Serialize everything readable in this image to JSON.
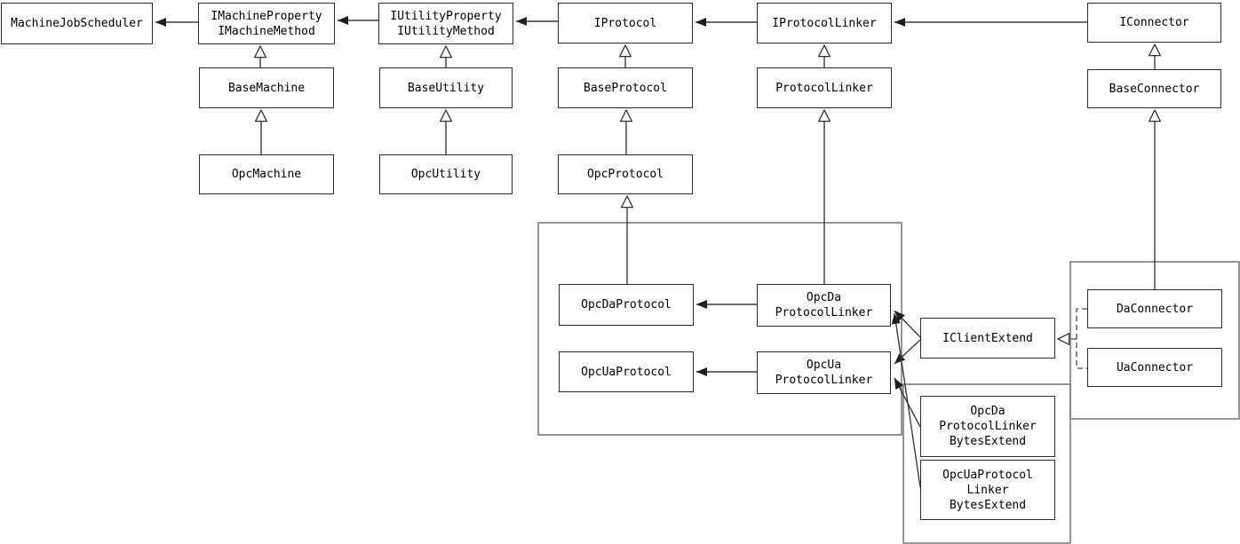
{
  "diagram_type": "uml-class-inheritance-diagram",
  "colors": {
    "background": "#ffffff",
    "box_border": "#2d2d2d",
    "box_fill": "#ffffff",
    "line": "#3d3d3d",
    "container_border": "#858585"
  },
  "nodes": {
    "machine_job_scheduler": {
      "lines": [
        "MachineJobScheduler"
      ]
    },
    "i_machine": {
      "lines": [
        "IMachineProperty",
        "IMachineMethod"
      ]
    },
    "i_utility": {
      "lines": [
        "IUtilityProperty",
        "IUtilityMethod"
      ]
    },
    "i_protocol": {
      "lines": [
        "IProtocol"
      ]
    },
    "i_protocol_linker": {
      "lines": [
        "IProtocolLinker"
      ]
    },
    "i_connector": {
      "lines": [
        "IConnector"
      ]
    },
    "base_machine": {
      "lines": [
        "BaseMachine"
      ]
    },
    "base_utility": {
      "lines": [
        "BaseUtility"
      ]
    },
    "base_protocol": {
      "lines": [
        "BaseProtocol"
      ]
    },
    "protocol_linker": {
      "lines": [
        "ProtocolLinker"
      ]
    },
    "base_connector": {
      "lines": [
        "BaseConnector"
      ]
    },
    "opc_machine": {
      "lines": [
        "OpcMachine"
      ]
    },
    "opc_utility": {
      "lines": [
        "OpcUtility"
      ]
    },
    "opc_protocol": {
      "lines": [
        "OpcProtocol"
      ]
    },
    "opc_da_protocol": {
      "lines": [
        "OpcDaProtocol"
      ]
    },
    "opc_ua_protocol": {
      "lines": [
        "OpcUaProtocol"
      ]
    },
    "opc_da_protocol_linker": {
      "lines": [
        "OpcDa",
        "ProtocolLinker"
      ]
    },
    "opc_ua_protocol_linker": {
      "lines": [
        "OpcUa",
        "ProtocolLinker"
      ]
    },
    "i_client_extend": {
      "lines": [
        "IClientExtend"
      ]
    },
    "da_connector": {
      "lines": [
        "DaConnector"
      ]
    },
    "ua_connector": {
      "lines": [
        "UaConnector"
      ]
    },
    "opc_da_protocol_linker_bytes_extend": {
      "lines": [
        "OpcDa",
        "ProtocolLinker",
        "BytesExtend"
      ]
    },
    "opc_ua_protocol_linker_bytes_extend": {
      "lines": [
        "OpcUaProtocol",
        "Linker",
        "BytesExtend"
      ]
    }
  },
  "edges": [
    {
      "from": "IMachineProperty/IMachineMethod",
      "to": "MachineJobScheduler",
      "type": "association"
    },
    {
      "from": "IUtilityProperty/IUtilityMethod",
      "to": "IMachineProperty/IMachineMethod",
      "type": "association"
    },
    {
      "from": "IProtocol",
      "to": "IUtilityProperty/IUtilityMethod",
      "type": "association"
    },
    {
      "from": "IProtocolLinker",
      "to": "IProtocol",
      "type": "association"
    },
    {
      "from": "IConnector",
      "to": "IProtocolLinker",
      "type": "association"
    },
    {
      "from": "BaseMachine",
      "to": "IMachineProperty/IMachineMethod",
      "type": "inheritance"
    },
    {
      "from": "BaseUtility",
      "to": "IUtilityProperty/IUtilityMethod",
      "type": "inheritance"
    },
    {
      "from": "BaseProtocol",
      "to": "IProtocol",
      "type": "inheritance"
    },
    {
      "from": "ProtocolLinker",
      "to": "IProtocolLinker",
      "type": "inheritance"
    },
    {
      "from": "BaseConnector",
      "to": "IConnector",
      "type": "inheritance"
    },
    {
      "from": "OpcMachine",
      "to": "BaseMachine",
      "type": "inheritance"
    },
    {
      "from": "OpcUtility",
      "to": "BaseUtility",
      "type": "inheritance"
    },
    {
      "from": "OpcProtocol",
      "to": "BaseProtocol",
      "type": "inheritance"
    },
    {
      "from": "OpcDaProtocol",
      "to": "OpcProtocol",
      "type": "inheritance"
    },
    {
      "from": "OpcDaProtocolLinker",
      "to": "ProtocolLinker",
      "type": "inheritance"
    },
    {
      "from": "DaConnector",
      "to": "BaseConnector",
      "type": "inheritance"
    },
    {
      "from": "OpcDaProtocolLinker",
      "to": "OpcDaProtocol",
      "type": "association"
    },
    {
      "from": "OpcUaProtocolLinker",
      "to": "OpcUaProtocol",
      "type": "association"
    },
    {
      "from": "IClientExtend",
      "to": "OpcDaProtocolLinker",
      "type": "association"
    },
    {
      "from": "IClientExtend",
      "to": "OpcUaProtocolLinker",
      "type": "association"
    },
    {
      "from": "OpcDaProtocolLinkerBytesExtend",
      "to": "OpcUaProtocolLinker",
      "type": "association"
    },
    {
      "from": "OpcUaProtocolLinkerBytesExtend",
      "to": "OpcDaProtocolLinker",
      "type": "association"
    },
    {
      "from": "DaConnector",
      "to": "IClientExtend",
      "type": "realization"
    },
    {
      "from": "UaConnector",
      "to": "IClientExtend",
      "type": "realization"
    }
  ]
}
